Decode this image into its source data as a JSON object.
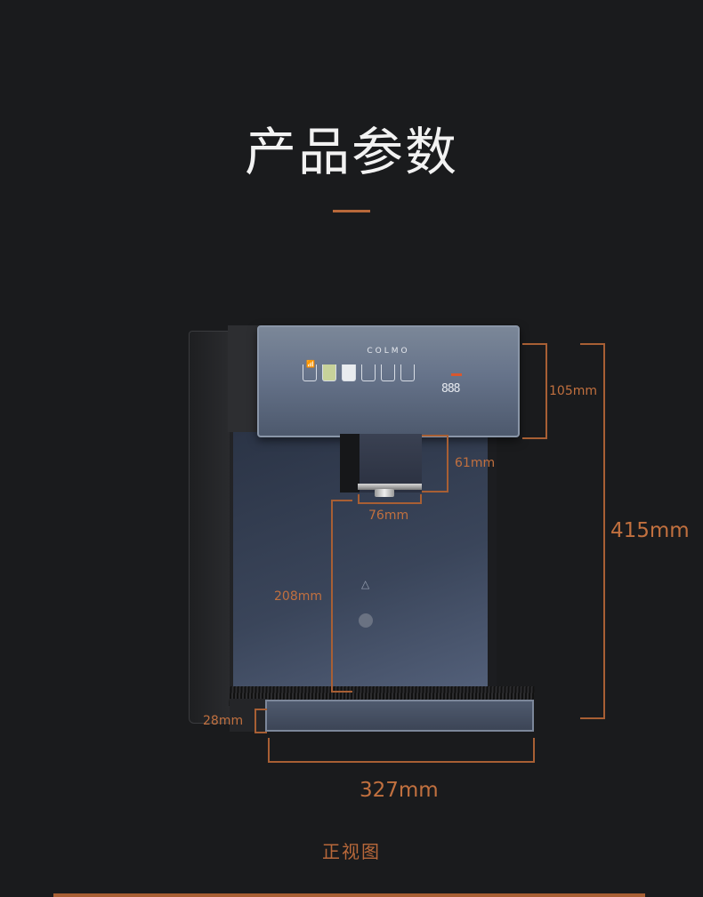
{
  "header": {
    "title": "产品参数"
  },
  "product": {
    "brand_logo": "COLMO",
    "control_panel": {
      "icons": [
        "wifi-icon",
        "hot-water-cup-icon",
        "tea-cup-icon",
        "milk-cup-icon",
        "room-temp-cup-icon",
        "cold-water-cup-icon",
        "diy-cup-icon"
      ],
      "display_digits": "888",
      "child-lock-icon": "lock-icon"
    }
  },
  "dimensions": {
    "panel_height": "105mm",
    "total_height": "415mm",
    "spout_height": "61mm",
    "spout_width": "76mm",
    "cup_clearance": "208mm",
    "tray_height": "28mm",
    "total_width": "327mm"
  },
  "caption": "正视图",
  "colors": {
    "background": "#1a1b1d",
    "accent": "#b8683a",
    "title": "#f2f2f2"
  }
}
